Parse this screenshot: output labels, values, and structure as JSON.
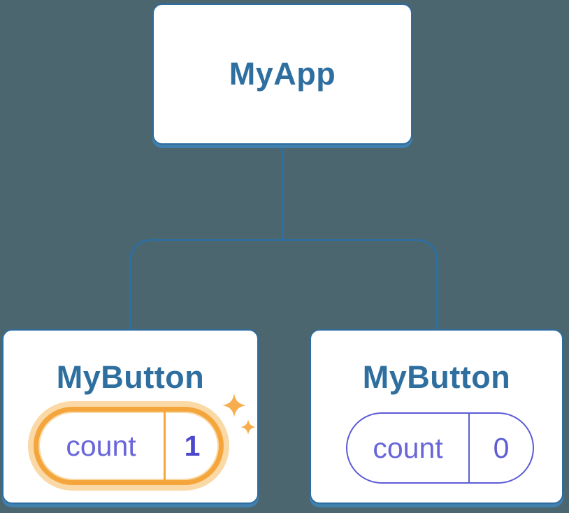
{
  "canvas": {
    "background": "#4C6670"
  },
  "palette": {
    "canvas_bg": "#4C6670",
    "card_border": "#2D6C9E",
    "card_shadow": "#4080AF",
    "title_text": "#2E6F9F",
    "connector": "#2E6F9F",
    "state_label": "#6866D9",
    "state_value_idle": "#5C5CD6",
    "state_value_active": "#4B48CE",
    "pill_border_idle": "#5C5CD6",
    "pill_border_active": "#F4A63C",
    "pill_glow": "#FAD9A6",
    "sparkle": "#F6AD4D"
  },
  "icons": [
    {
      "name": "sparkle-icon",
      "meaning": "state just updated / re-rendered highlight"
    }
  ],
  "tree": {
    "root": {
      "label": "MyApp"
    },
    "children": [
      {
        "label": "MyButton",
        "highlighted": true,
        "state": {
          "key": "count",
          "value": "1"
        }
      },
      {
        "label": "MyButton",
        "highlighted": false,
        "state": {
          "key": "count",
          "value": "0"
        }
      }
    ]
  }
}
